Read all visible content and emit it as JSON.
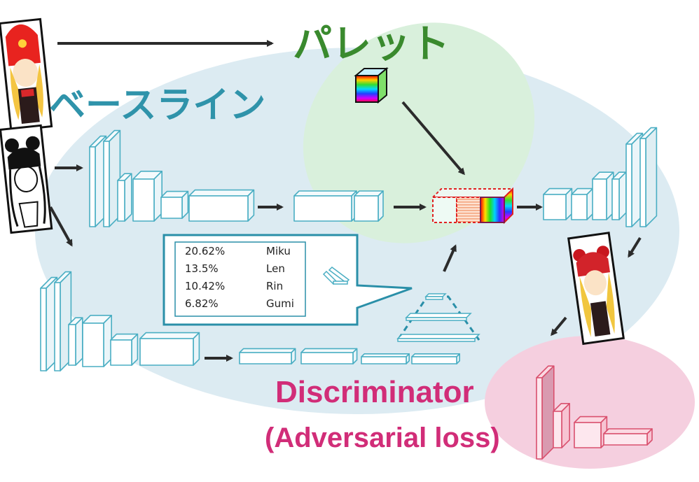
{
  "labels": {
    "palette": "パレット",
    "baseline": "ベースライン",
    "discriminator": "Discriminator",
    "adversarial": "(Adversarial loss)"
  },
  "classification": [
    {
      "percent": "20.62%",
      "name": "Miku"
    },
    {
      "percent": "13.5%",
      "name": "Len"
    },
    {
      "percent": "10.42%",
      "name": "Rin"
    },
    {
      "percent": "6.82%",
      "name": "Gumi"
    }
  ],
  "colors": {
    "baseline_region": "#dcebf2",
    "palette_region": "#d9f0dc",
    "discriminator_region": "#f5cfdf",
    "layer_stroke": "#4aaec3",
    "disc_layer_stroke": "#d9506e",
    "arrow": "#2b2b2b",
    "palette_text": "#3a8a2e",
    "baseline_text": "#2f93aa",
    "discriminator_text": "#d12d78"
  }
}
